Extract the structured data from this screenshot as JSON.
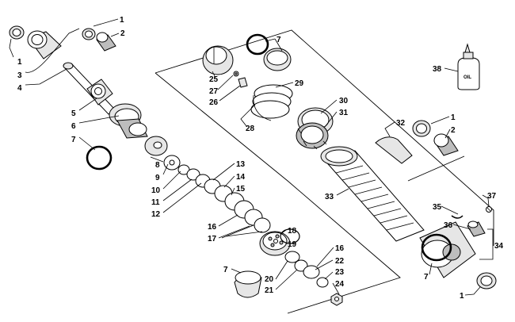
{
  "callouts": [
    {
      "key": "c1a",
      "text": "1"
    },
    {
      "key": "c2a",
      "text": "2"
    },
    {
      "key": "c1b",
      "text": "1"
    },
    {
      "key": "c3",
      "text": "3"
    },
    {
      "key": "c4",
      "text": "4"
    },
    {
      "key": "c5",
      "text": "5"
    },
    {
      "key": "c6",
      "text": "6"
    },
    {
      "key": "c7a",
      "text": "7"
    },
    {
      "key": "c8",
      "text": "8"
    },
    {
      "key": "c9",
      "text": "9"
    },
    {
      "key": "c10",
      "text": "10"
    },
    {
      "key": "c11",
      "text": "11"
    },
    {
      "key": "c12",
      "text": "12"
    },
    {
      "key": "c13",
      "text": "13"
    },
    {
      "key": "c14",
      "text": "14"
    },
    {
      "key": "c15",
      "text": "15"
    },
    {
      "key": "c16a",
      "text": "16"
    },
    {
      "key": "c17",
      "text": "17"
    },
    {
      "key": "c18",
      "text": "18"
    },
    {
      "key": "c19",
      "text": "19"
    },
    {
      "key": "c16b",
      "text": "16"
    },
    {
      "key": "c7b",
      "text": "7"
    },
    {
      "key": "c20",
      "text": "20"
    },
    {
      "key": "c21",
      "text": "21"
    },
    {
      "key": "c22",
      "text": "22"
    },
    {
      "key": "c23",
      "text": "23"
    },
    {
      "key": "c24",
      "text": "24"
    },
    {
      "key": "c7c",
      "text": "7"
    },
    {
      "key": "c25",
      "text": "25"
    },
    {
      "key": "c27",
      "text": "27"
    },
    {
      "key": "c26",
      "text": "26"
    },
    {
      "key": "c29",
      "text": "29"
    },
    {
      "key": "c28",
      "text": "28"
    },
    {
      "key": "c30",
      "text": "30"
    },
    {
      "key": "c31",
      "text": "31"
    },
    {
      "key": "c32",
      "text": "32"
    },
    {
      "key": "c33",
      "text": "33"
    },
    {
      "key": "c1c",
      "text": "1"
    },
    {
      "key": "c2b",
      "text": "2"
    },
    {
      "key": "c38",
      "text": "38"
    },
    {
      "key": "c37",
      "text": "37"
    },
    {
      "key": "c35",
      "text": "35"
    },
    {
      "key": "c36",
      "text": "36"
    },
    {
      "key": "c34",
      "text": "34"
    },
    {
      "key": "c7d",
      "text": "7"
    },
    {
      "key": "c1d",
      "text": "1"
    }
  ],
  "oil_label": "OIL"
}
